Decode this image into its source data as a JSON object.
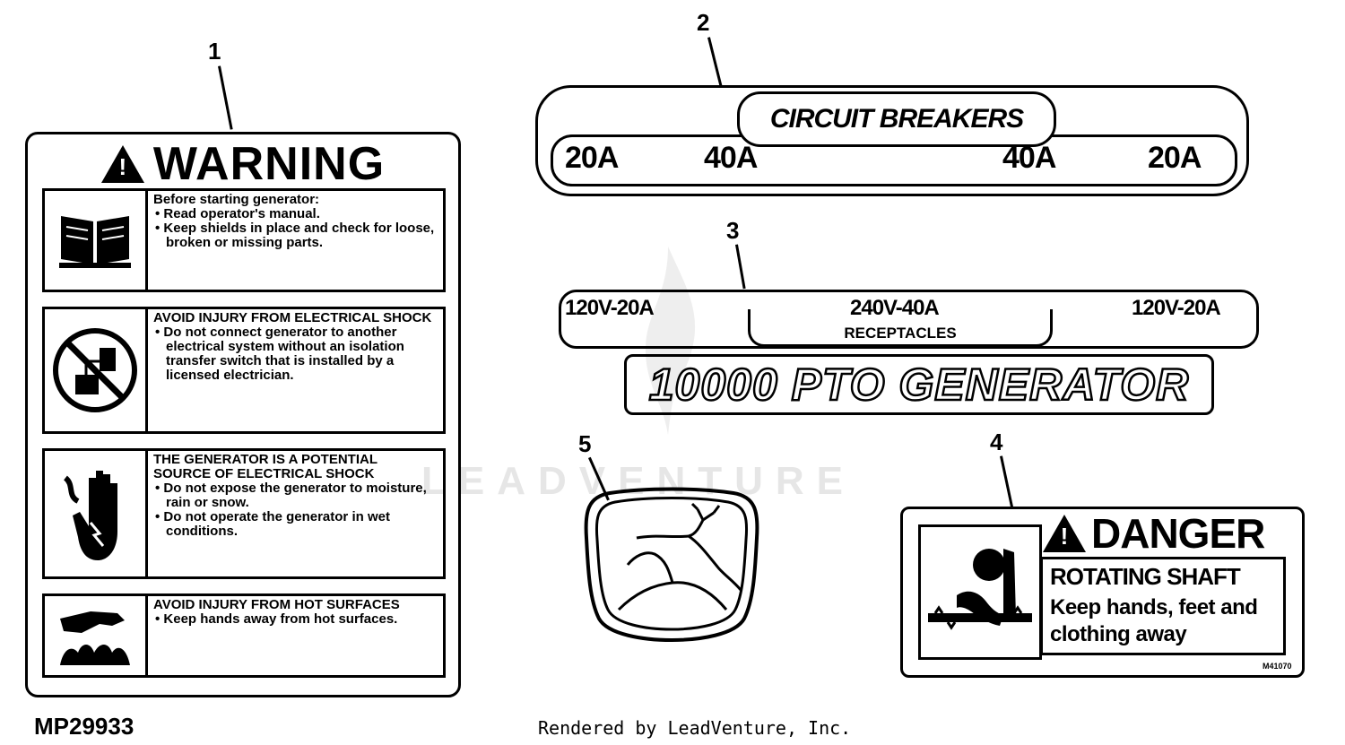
{
  "callouts": [
    "1",
    "2",
    "3",
    "4",
    "5"
  ],
  "decal_warning": {
    "signal_word": "WARNING",
    "alert_symbol": "!",
    "panels": [
      {
        "icon": "operator-manual-icon",
        "lines": [
          "Before starting generator:",
          "• Read operator's manual.",
          "• Keep shields in place and check for loose, broken or missing parts."
        ]
      },
      {
        "icon": "no-connection-icon",
        "lines": [
          "AVOID INJURY FROM ELECTRICAL SHOCK",
          "• Do not connect generator to another electrical system without an isolation transfer switch that is installed by a licensed electrician."
        ]
      },
      {
        "icon": "shock-hand-icon",
        "lines": [
          "THE GENERATOR IS A POTENTIAL SOURCE OF ELECTRICAL SHOCK",
          "• Do not expose the generator to moisture, rain or snow.",
          "• Do not operate the generator in wet conditions."
        ]
      },
      {
        "icon": "hot-surface-icon",
        "lines": [
          "AVOID INJURY FROM HOT SURFACES",
          "• Keep hands away from hot surfaces."
        ]
      }
    ]
  },
  "decal_circuit": {
    "title": "CIRCUIT BREAKERS",
    "ratings": [
      "20A",
      "40A",
      "40A",
      "20A"
    ]
  },
  "decal_generator": {
    "left_rating": "120V-20A",
    "center_rating": "240V-40A",
    "right_rating": "120V-20A",
    "receptacle_label": "RECEPTACLES",
    "model": "10000 PTO GENERATOR"
  },
  "decal_danger": {
    "signal_word": "DANGER",
    "alert_symbol": "!",
    "hazard": "ROTATING SHAFT",
    "instruction": "Keep hands, feet and clothing away",
    "code": "M41070"
  },
  "logo": {
    "icon": "leaping-deer-logo-icon"
  },
  "watermark": "LEADVENTURE",
  "part_number": "MP29933",
  "credit": "Rendered by LeadVenture, Inc."
}
